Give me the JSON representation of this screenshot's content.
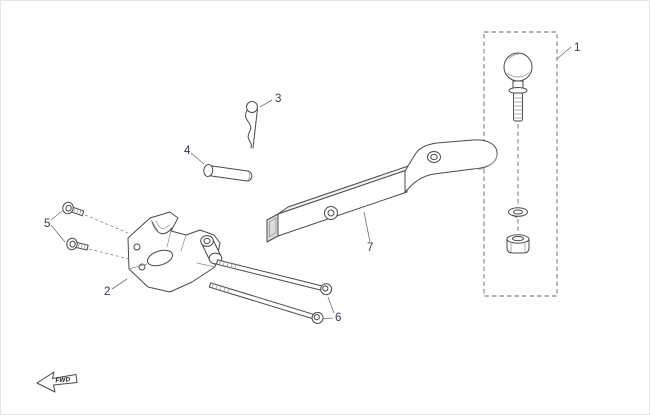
{
  "colors": {
    "background": "#ffffff",
    "line": "#4a4a4a",
    "label": "#2e3a59",
    "shade_light": "#efefef",
    "shade_dark": "#dcdcdc"
  },
  "callouts": [
    {
      "number": "1",
      "target": "hitch-ball-kit"
    },
    {
      "number": "2",
      "target": "coupler-bracket"
    },
    {
      "number": "3",
      "target": "r-clip-pin"
    },
    {
      "number": "4",
      "target": "hitch-pin"
    },
    {
      "number": "5",
      "target": "small-flange-bolts"
    },
    {
      "number": "6",
      "target": "long-bolts"
    },
    {
      "number": "7",
      "target": "receiver-drawbar"
    }
  ],
  "orientation": {
    "fwd_label": "FWD"
  }
}
